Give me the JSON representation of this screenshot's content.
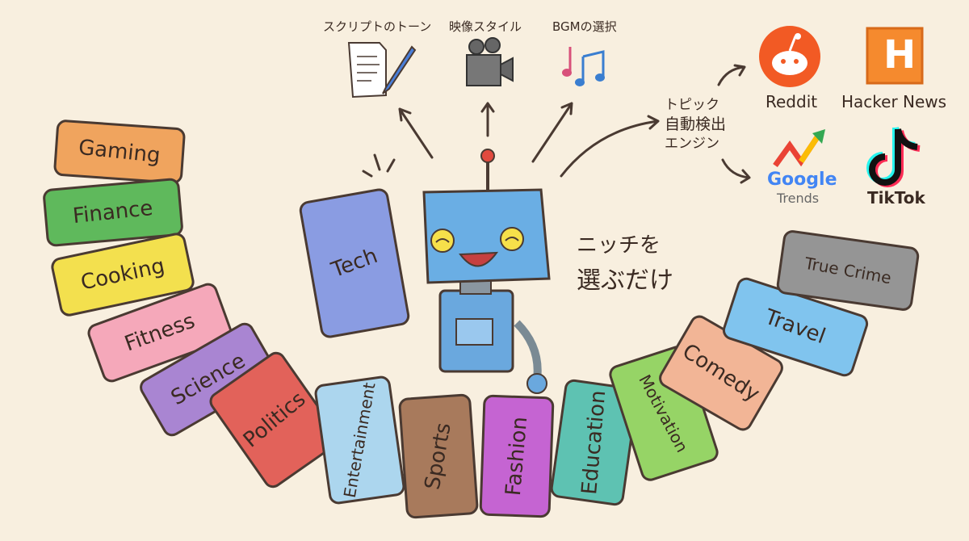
{
  "top_options": [
    {
      "label": "スクリプトのトーン",
      "icon": "script-pen-icon"
    },
    {
      "label": "映像スタイル",
      "icon": "video-camera-icon"
    },
    {
      "label": "BGMの選択",
      "icon": "music-notes-icon"
    }
  ],
  "engine": {
    "lines": [
      "トピック",
      "自動検出",
      "エンジン"
    ]
  },
  "sources": {
    "reddit": "Reddit",
    "hacker_news": "Hacker News",
    "google": "Google",
    "google_sub": "Trends",
    "tiktok": "TikTok",
    "hn_letter": "H"
  },
  "tagline": {
    "line1": "ニッチを",
    "line2": "選ぶだけ"
  },
  "held_card": {
    "label": "Tech",
    "color": "#8a9ce2"
  },
  "niches": [
    {
      "label": "Gaming",
      "color": "#f0a45e"
    },
    {
      "label": "Finance",
      "color": "#5fb95c"
    },
    {
      "label": "Cooking",
      "color": "#f3e04e"
    },
    {
      "label": "Fitness",
      "color": "#f5a8ba"
    },
    {
      "label": "Science",
      "color": "#a985d2"
    },
    {
      "label": "Politics",
      "color": "#e2625a"
    },
    {
      "label": "Entertainment",
      "color": "#acd6ee"
    },
    {
      "label": "Sports",
      "color": "#a87a5c"
    },
    {
      "label": "Fashion",
      "color": "#c564d2"
    },
    {
      "label": "Education",
      "color": "#5ec2b2"
    },
    {
      "label": "Motivation",
      "color": "#96d466"
    },
    {
      "label": "Comedy",
      "color": "#f2b596"
    },
    {
      "label": "Travel",
      "color": "#80c4ee"
    },
    {
      "label": "True Crime",
      "color": "#959595"
    }
  ]
}
